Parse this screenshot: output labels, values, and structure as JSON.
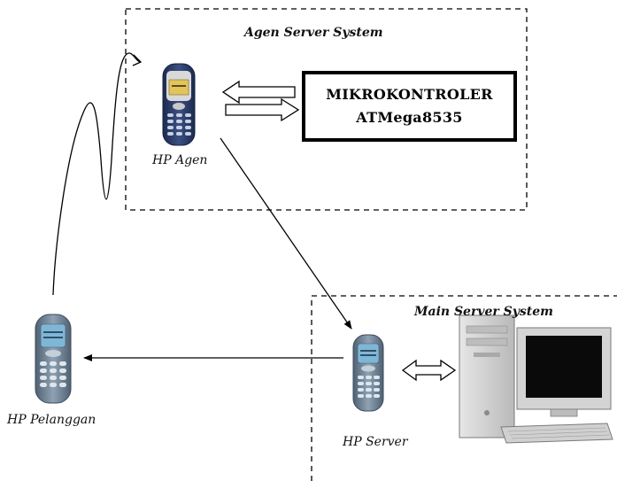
{
  "agen_system": {
    "title": "Agen Server System"
  },
  "main_system": {
    "title": "Main Server System"
  },
  "microcontroller": {
    "line1": "MIKROKONTROLER",
    "line2": "ATMega8535"
  },
  "devices": {
    "hp_agen": {
      "label": "HP Agen"
    },
    "hp_server": {
      "label": "HP Server"
    },
    "hp_pelanggan": {
      "label": "HP Pelanggan"
    }
  },
  "colors": {
    "line": "#000000",
    "phone_body": "#2a3a63",
    "phone_screen": "#e2c45a",
    "phone2_body": "#6c7f91",
    "phone2_screen": "#7fb6d6",
    "pc_case": "#cfcfcf",
    "pc_screen": "#0a0a0a"
  }
}
